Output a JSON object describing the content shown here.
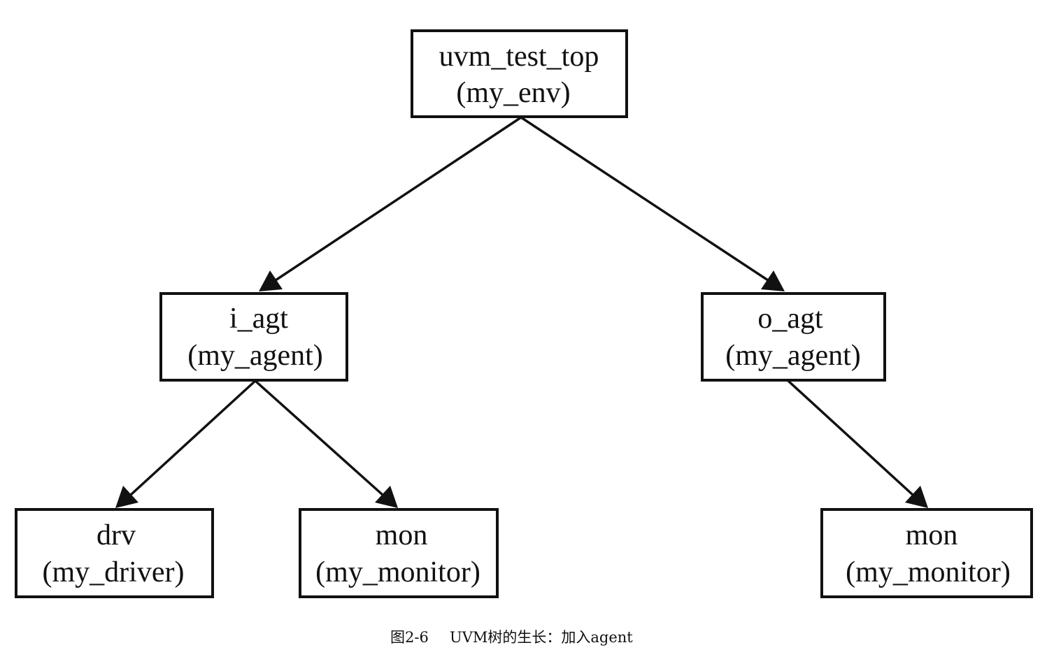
{
  "diagram": {
    "type": "tree",
    "nodes": [
      {
        "id": "root",
        "name": "uvm_test_top",
        "type_label": "(my_env)"
      },
      {
        "id": "i_agt",
        "name": "i_agt",
        "type_label": "(my_agent)"
      },
      {
        "id": "o_agt",
        "name": "o_agt",
        "type_label": "(my_agent)"
      },
      {
        "id": "i_drv",
        "name": "drv",
        "type_label": "(my_driver)"
      },
      {
        "id": "i_mon",
        "name": "mon",
        "type_label": "(my_monitor)"
      },
      {
        "id": "o_mon",
        "name": "mon",
        "type_label": "(my_monitor)"
      }
    ],
    "edges": [
      {
        "from": "root",
        "to": "i_agt"
      },
      {
        "from": "root",
        "to": "o_agt"
      },
      {
        "from": "i_agt",
        "to": "i_drv"
      },
      {
        "from": "i_agt",
        "to": "i_mon"
      },
      {
        "from": "o_agt",
        "to": "o_mon"
      }
    ]
  },
  "caption": {
    "label": "图2-6",
    "text": "UVM树的生长：加入agent"
  }
}
